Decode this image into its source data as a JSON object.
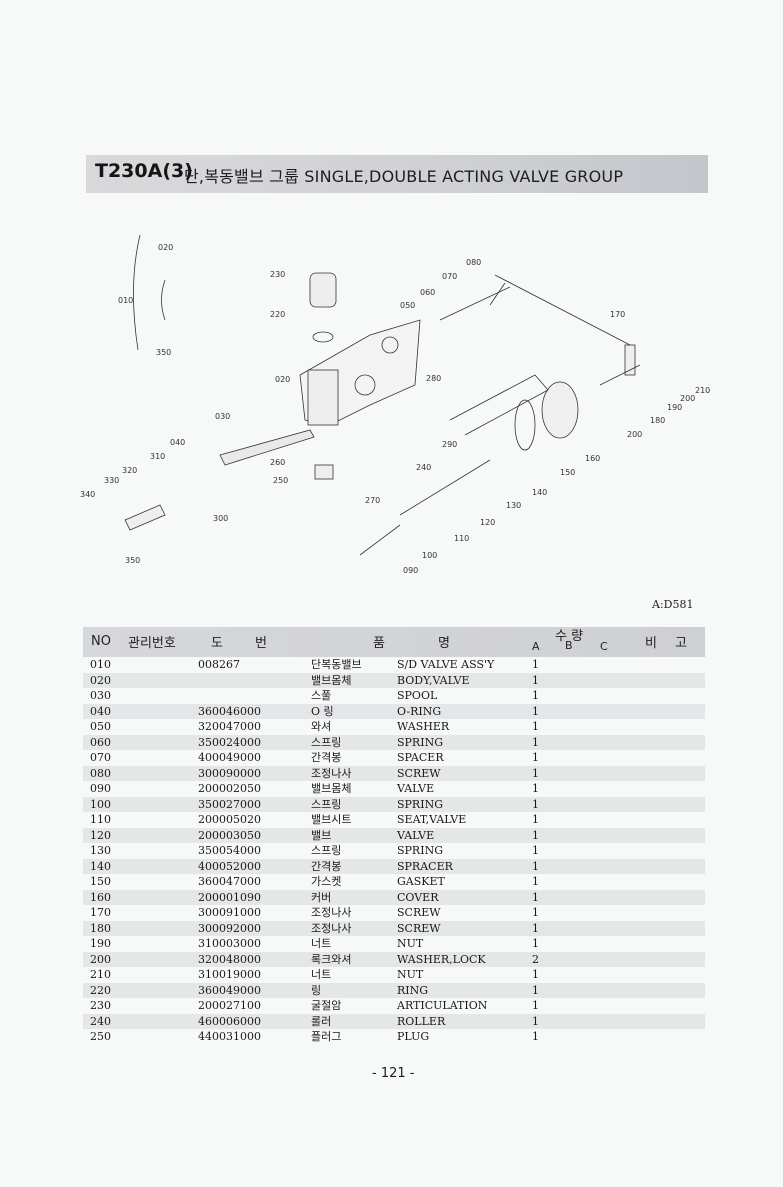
{
  "header": {
    "code": "T230A(3)",
    "title": "단,복동밸브 그룹  SINGLE,DOUBLE ACTING VALVE GROUP"
  },
  "diagram": {
    "callouts": [
      "010",
      "020",
      "030",
      "040",
      "050",
      "060",
      "070",
      "080",
      "090",
      "100",
      "110",
      "120",
      "130",
      "140",
      "150",
      "160",
      "170",
      "180",
      "190",
      "200",
      "200",
      "210",
      "220",
      "230",
      "240",
      "250",
      "260",
      "270",
      "280",
      "290",
      "300",
      "310",
      "320",
      "330",
      "340",
      "350",
      "350",
      "020"
    ]
  },
  "ref_code": "A:D581",
  "table": {
    "headers": {
      "no": "NO",
      "mgmt": "관리번호",
      "dwg1": "도",
      "dwg2": "번",
      "name1": "품",
      "name2": "명",
      "qty": "수 량",
      "a": "A",
      "b": "B",
      "c": "C",
      "remark1": "비",
      "remark2": "고"
    },
    "rows": [
      {
        "no": "010",
        "dwg": "008267",
        "kor": "단복동밸브",
        "eng": "S/D VALVE ASS'Y",
        "qty": "1"
      },
      {
        "no": "020",
        "dwg": "",
        "kor": "밸브몸체",
        "eng": "BODY,VALVE",
        "qty": "1"
      },
      {
        "no": "030",
        "dwg": "",
        "kor": "스풀",
        "eng": "SPOOL",
        "qty": "1"
      },
      {
        "no": "040",
        "dwg": "360046000",
        "kor": "O 링",
        "eng": "O-RING",
        "qty": "1"
      },
      {
        "no": "050",
        "dwg": "320047000",
        "kor": "와셔",
        "eng": "WASHER",
        "qty": "1"
      },
      {
        "no": "060",
        "dwg": "350024000",
        "kor": "스프링",
        "eng": "SPRING",
        "qty": "1"
      },
      {
        "no": "070",
        "dwg": "400049000",
        "kor": "간격봉",
        "eng": "SPACER",
        "qty": "1"
      },
      {
        "no": "080",
        "dwg": "300090000",
        "kor": "조정나사",
        "eng": "SCREW",
        "qty": "1"
      },
      {
        "no": "090",
        "dwg": "200002050",
        "kor": "밸브몸체",
        "eng": "VALVE",
        "qty": "1"
      },
      {
        "no": "100",
        "dwg": "350027000",
        "kor": "스프링",
        "eng": "SPRING",
        "qty": "1"
      },
      {
        "no": "110",
        "dwg": "200005020",
        "kor": "밸브시트",
        "eng": "SEAT,VALVE",
        "qty": "1"
      },
      {
        "no": "120",
        "dwg": "200003050",
        "kor": "밸브",
        "eng": "VALVE",
        "qty": "1"
      },
      {
        "no": "130",
        "dwg": "350054000",
        "kor": "스프링",
        "eng": "SPRING",
        "qty": "1"
      },
      {
        "no": "140",
        "dwg": "400052000",
        "kor": "간격봉",
        "eng": "SPRACER",
        "qty": "1"
      },
      {
        "no": "150",
        "dwg": "360047000",
        "kor": "가스켓",
        "eng": "GASKET",
        "qty": "1"
      },
      {
        "no": "160",
        "dwg": "200001090",
        "kor": "커버",
        "eng": "COVER",
        "qty": "1"
      },
      {
        "no": "170",
        "dwg": "300091000",
        "kor": "조정나사",
        "eng": "SCREW",
        "qty": "1"
      },
      {
        "no": "180",
        "dwg": "300092000",
        "kor": "조정나사",
        "eng": "SCREW",
        "qty": "1"
      },
      {
        "no": "190",
        "dwg": "310003000",
        "kor": "너트",
        "eng": "NUT",
        "qty": "1"
      },
      {
        "no": "200",
        "dwg": "320048000",
        "kor": "록크와셔",
        "eng": "WASHER,LOCK",
        "qty": "2"
      },
      {
        "no": "210",
        "dwg": "310019000",
        "kor": "너트",
        "eng": "NUT",
        "qty": "1"
      },
      {
        "no": "220",
        "dwg": "360049000",
        "kor": "링",
        "eng": "RING",
        "qty": "1"
      },
      {
        "no": "230",
        "dwg": "200027100",
        "kor": "굴절암",
        "eng": "ARTICULATION",
        "qty": "1"
      },
      {
        "no": "240",
        "dwg": "460006000",
        "kor": "롤러",
        "eng": "ROLLER",
        "qty": "1"
      },
      {
        "no": "250",
        "dwg": "440031000",
        "kor": "플러그",
        "eng": "PLUG",
        "qty": "1"
      }
    ]
  },
  "footer": {
    "page": "- 121 -"
  }
}
